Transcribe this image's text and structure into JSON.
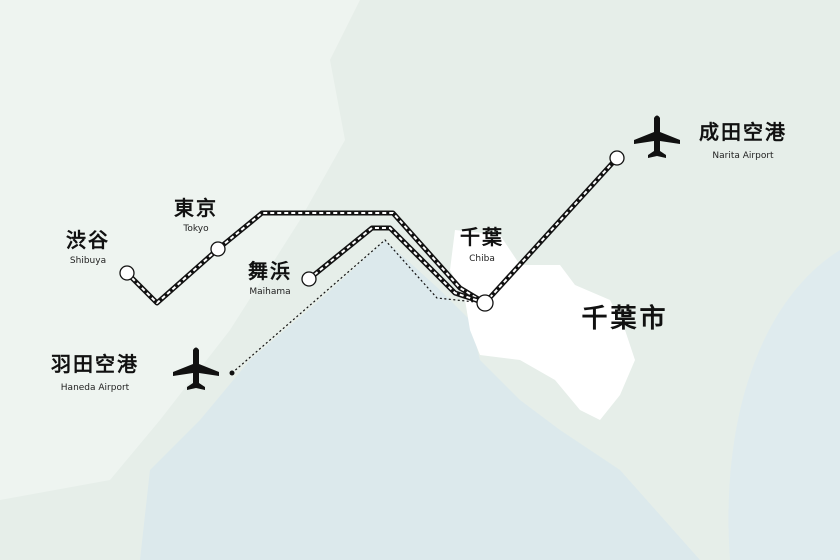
{
  "stations": [
    {
      "id": "shibuya",
      "jp": "渋谷",
      "en": "Shibuya"
    },
    {
      "id": "tokyo",
      "jp": "東京",
      "en": "Tokyo"
    },
    {
      "id": "maihama",
      "jp": "舞浜",
      "en": "Maihama"
    },
    {
      "id": "chiba",
      "jp": "千葉",
      "en": "Chiba"
    }
  ],
  "airports": [
    {
      "id": "haneda",
      "jp": "羽田空港",
      "en": "Haneda Airport",
      "icon": "airplane-icon"
    },
    {
      "id": "narita",
      "jp": "成田空港",
      "en": "Narita Airport",
      "icon": "airplane-icon"
    }
  ],
  "city": {
    "label": "千葉市"
  },
  "colors": {
    "background": "#eef4f0",
    "land": "#e4ede8",
    "sea": "#dce9ec",
    "city_area": "#ffffff",
    "line": "#111111"
  }
}
